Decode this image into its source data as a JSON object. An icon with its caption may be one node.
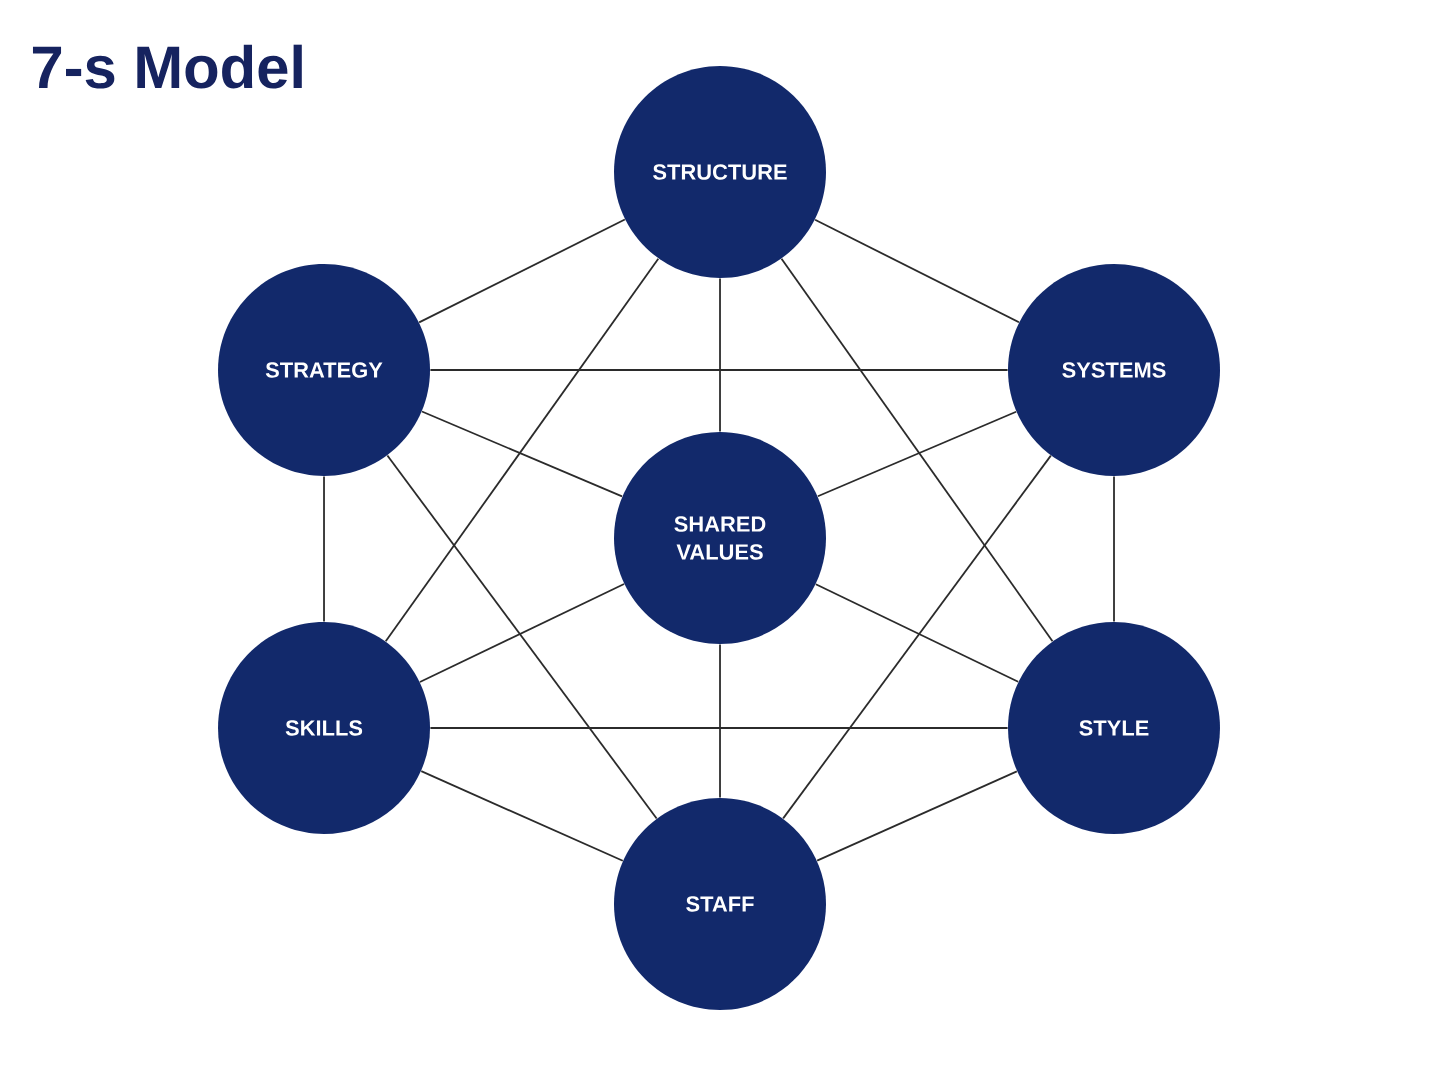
{
  "diagram": {
    "title": "7-s Model",
    "nodes": [
      {
        "text": [
          "STRUCTURE"
        ]
      },
      {
        "text": [
          "STRATEGY"
        ]
      },
      {
        "text": [
          "SYSTEMS"
        ]
      },
      {
        "text": [
          "SHARED VALUES"
        ]
      },
      {
        "text": [
          "SKILLS"
        ]
      },
      {
        "text": [
          "STYLE"
        ]
      },
      {
        "text": [
          "STAFF"
        ]
      }
    ],
    "edges": [
      {
        "from": 0,
        "to": 1,
        "arrow": "none"
      },
      {
        "from": 0,
        "to": 2,
        "arrow": "none"
      },
      {
        "from": 0,
        "to": 3,
        "arrow": "none"
      },
      {
        "from": 0,
        "to": 4,
        "arrow": "none"
      },
      {
        "from": 0,
        "to": 5,
        "arrow": "none"
      },
      {
        "from": 1,
        "to": 2,
        "arrow": "none"
      },
      {
        "from": 1,
        "to": 3,
        "arrow": "none"
      },
      {
        "from": 1,
        "to": 4,
        "arrow": "none"
      },
      {
        "from": 1,
        "to": 6,
        "arrow": "none"
      },
      {
        "from": 2,
        "to": 3,
        "arrow": "none"
      },
      {
        "from": 2,
        "to": 5,
        "arrow": "none"
      },
      {
        "from": 2,
        "to": 6,
        "arrow": "none"
      },
      {
        "from": 3,
        "to": 4,
        "arrow": "none"
      },
      {
        "from": 3,
        "to": 5,
        "arrow": "none"
      },
      {
        "from": 3,
        "to": 6,
        "arrow": "none"
      },
      {
        "from": 4,
        "to": 5,
        "arrow": "none"
      },
      {
        "from": 4,
        "to": 6,
        "arrow": "none"
      },
      {
        "from": 5,
        "to": 6,
        "arrow": "none"
      }
    ]
  }
}
